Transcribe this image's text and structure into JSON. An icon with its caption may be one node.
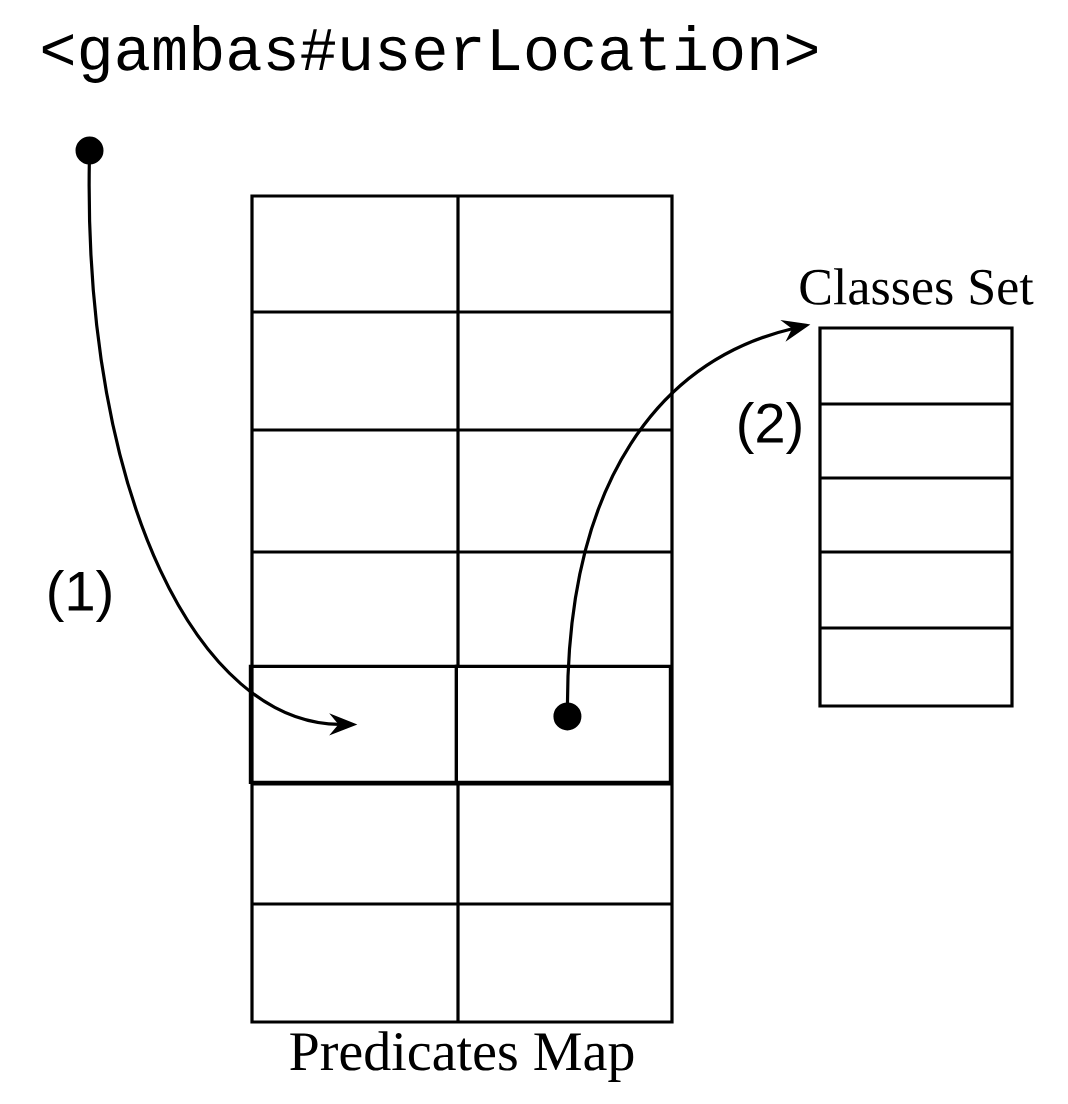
{
  "diagram": {
    "nodes": [
      {
        "text": [
          "<gambas#userLocation>"
        ]
      },
      {
        "text": [
          "Predicates Map"
        ]
      },
      {
        "text": [
          "Classes Set"
        ]
      },
      {
        "text": [],
        "shape": "box",
        "in": 1
      },
      {
        "text": [],
        "shape": "box",
        "in": 1
      }
    ],
    "edges": [
      {
        "from": 0,
        "to": 3,
        "arrow": "to",
        "label": "(1)"
      },
      {
        "from": 4,
        "to": 2,
        "arrow": "to",
        "label": "(2)"
      }
    ]
  }
}
